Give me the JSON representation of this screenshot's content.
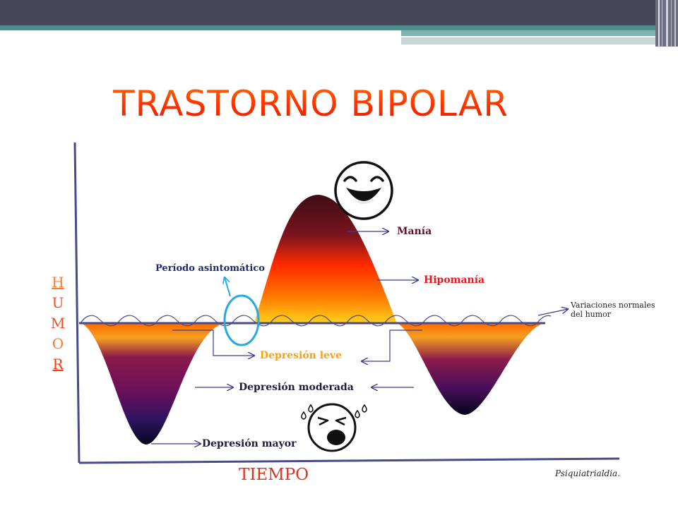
{
  "title": "TRASTORNO BIPOLAR",
  "y_axis_letters": [
    "H",
    "U",
    "M",
    "O",
    "R"
  ],
  "x_axis_label": "TIEMPO",
  "credit": "Psiquiatrialdia.",
  "labels": {
    "mania": "Manía",
    "hipomania": "Hipomanía",
    "periodo": "Período asintomático",
    "variaciones_1": "Variaciones normales",
    "variaciones_2": "del humor",
    "dep_leve": "Depresión leve",
    "dep_moderada": "Depresión moderada",
    "dep_mayor": "Depresión mayor"
  },
  "colors": {
    "title": "#ff4a00",
    "mania_label": "#6a0f2c",
    "hipomania_label": "#e8181f",
    "periodo_label": "#1e2a6e",
    "dep_leve_label": "#f5a21a",
    "dep_label": "#1d1d3c",
    "axis": "#4a4a84",
    "circle": "#29a9e1",
    "arrow": "#3c3c8c"
  },
  "icons": [
    "happy-face-icon",
    "crying-face-icon"
  ]
}
